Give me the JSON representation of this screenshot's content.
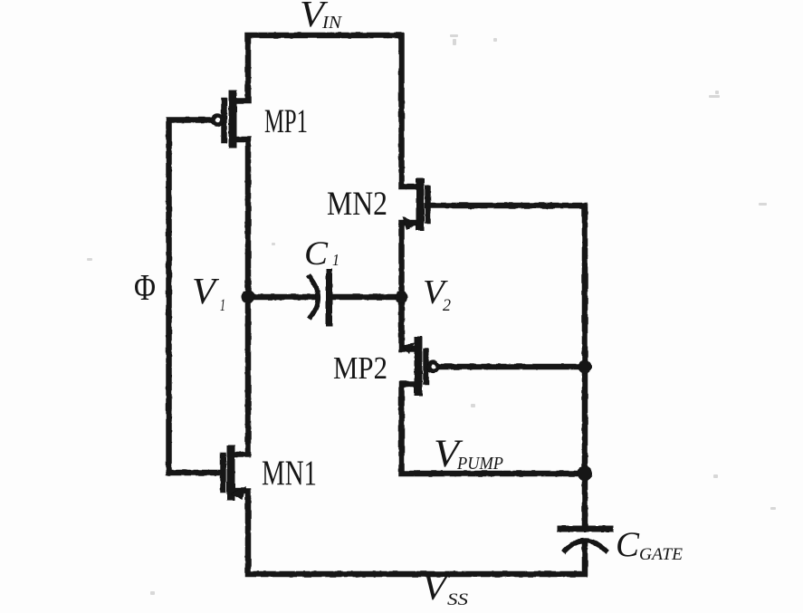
{
  "figure": {
    "kind": "scanned circuit schematic",
    "description": "Charge-pump gate boost circuit with cross transistor pairs, coupling capacitor C1 and output capacitor CGATE",
    "paper_color": "#fdfdfb",
    "ink_color": "#121212"
  },
  "nets": {
    "vin": {
      "base": "V",
      "sub": "IN"
    },
    "phi": {
      "base": "Φ"
    },
    "v1": {
      "base": "V",
      "sub": "1"
    },
    "v2": {
      "base": "V",
      "sub": "2"
    },
    "vpump": {
      "base": "V",
      "sub": "PUMP"
    },
    "vss": {
      "base": "V",
      "sub": "SS"
    }
  },
  "devices": {
    "mp1": {
      "label": "MP1",
      "kind": "PMOS transistor"
    },
    "mn2": {
      "label": "MN2",
      "kind": "NMOS transistor"
    },
    "mp2": {
      "label": "MP2",
      "kind": "PMOS transistor"
    },
    "mn1": {
      "label": "MN1",
      "kind": "NMOS transistor"
    },
    "c1": {
      "base": "C",
      "sub": "1",
      "kind": "capacitor"
    },
    "cgate": {
      "base": "C",
      "sub": "GATE",
      "kind": "capacitor"
    }
  }
}
